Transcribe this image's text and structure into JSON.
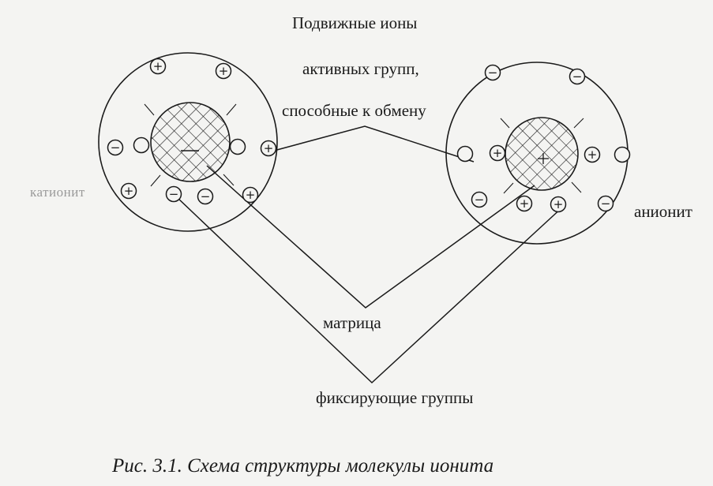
{
  "labels": {
    "mobile_ions_line1": "Подвижные ионы",
    "mobile_ions_line2": "активных групп,",
    "mobile_ions_line3": "способные к обмену",
    "cationite": "катионит",
    "anionite": "анионит",
    "matrix": "матрица",
    "fixing_groups": "фиксирующие группы"
  },
  "caption": "Рис. 3.1. Схема структуры молекулы ионита",
  "symbols": {
    "plus": "+",
    "minus": "−",
    "marker": "|"
  }
}
